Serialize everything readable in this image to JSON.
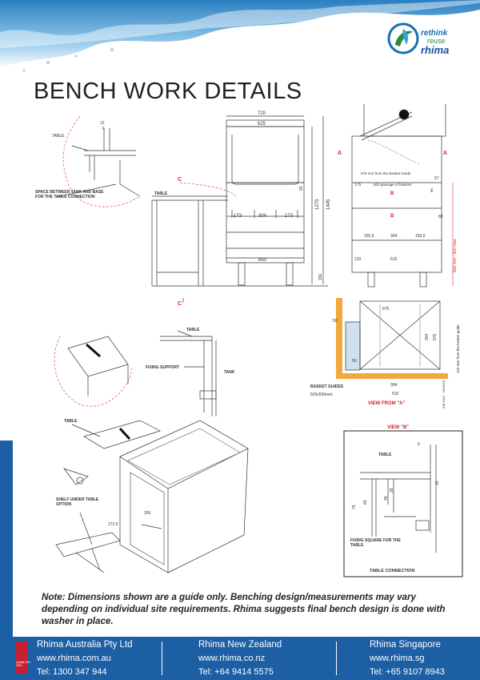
{
  "header": {
    "title": "BENCH WORK DETAILS",
    "logo": {
      "line1": "rethink",
      "line2": "reuse",
      "line3": "rhima"
    }
  },
  "labels": {
    "table_a": "TABLE",
    "space_between": "SPACE BETWEEN TANK AND BASE FOR THE TABLE CONNECTION",
    "table_b": "TABLE",
    "c_mark": "C",
    "a_mark": "A",
    "b_mark": "B",
    "table_c": "TABLE",
    "fixing_support": "FIXING SUPPORT",
    "tank": "TANK",
    "table_d": "TABLE",
    "shelf_under": "SHELF UNDER TABLE OPTION",
    "basket_guides": "BASKET GUIDES",
    "basket_size": "503x503mm",
    "view_from_a": "VIEW FROM \"A\"",
    "view_b": "VIEW \"B\"",
    "table_e": "TABLE",
    "fixing_square": "FIXING SQUARE FOR THE TABLE",
    "table_connection": "TABLE CONNECTION",
    "from_basket_guide": "675 mm from the Basket Guide",
    "passage_baskets": "503 passage of baskets",
    "height_range": "850 mm - 900 max",
    "from_basket_guide_side": "426 mm from the basket guide",
    "air_gap": "AIR GAP - HANDLE"
  },
  "dims": {
    "d720": "720",
    "d625": "625",
    "d65": "65",
    "d1275": "1275",
    "d1445": "1445",
    "d173a": "173",
    "d304a": "304",
    "d173b": "173",
    "d650": "650",
    "d150": "150",
    "d57": "57",
    "d175": "175",
    "d65b": "65",
    "d80": "80",
    "d1555a": "155.5",
    "d304b": "304",
    "d1555b": "155.5",
    "d120": "120",
    "d615": "615",
    "d12": "12",
    "d6": "6",
    "d675": "675",
    "d50": "50",
    "d304c": "304",
    "d576": "576",
    "d50b": "50",
    "d304d": "304",
    "d610": "610",
    "d6b": "6",
    "d12b": "12",
    "d49": "49",
    "d28": "28",
    "d75": "75",
    "d65c": "65",
    "d265": "265",
    "d1725": "172.5"
  },
  "note": "Note:  Dimensions shown are a guide only. Benching design/measurements may vary depending on individual site requirements. Rhima suggests final bench design is done with washer in place.",
  "footer": {
    "au": {
      "name": "Rhima Australia Pty Ltd",
      "web": "www.rhima.com.au",
      "tel": "Tel: 1300 347 944"
    },
    "nz": {
      "name": "Rhima New Zealand",
      "web": "www.rhima.co.nz",
      "tel": "Tel: +64 9414 5575"
    },
    "sg": {
      "name": "Rhima Singapore",
      "web": "www.rhima.sg",
      "tel": "Tel: +65 9107 8943"
    },
    "badge": "Quality ISO 9001"
  },
  "colors": {
    "brand_blue": "#1d5fa5",
    "accent_red": "#d21f26",
    "dim_red": "#e0505a"
  }
}
